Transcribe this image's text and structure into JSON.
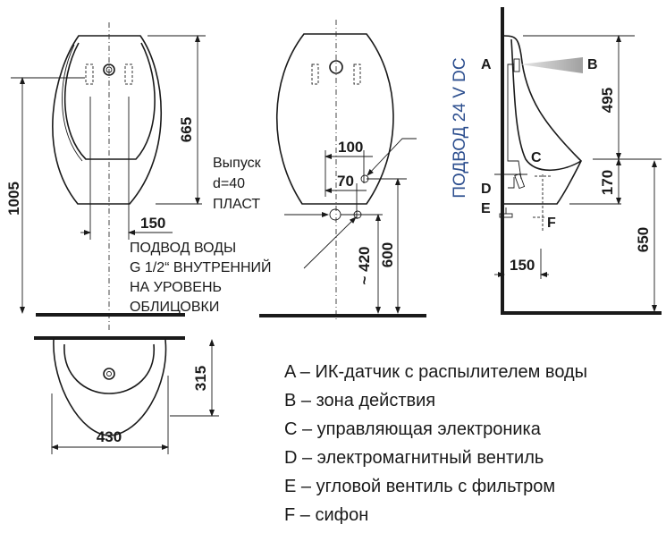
{
  "front_view": {
    "dim_height_total": "1005",
    "dim_body_height": "665",
    "dim_inlet_spacing": "150"
  },
  "water_supply_note": [
    "ПОДВОД ВОДЫ",
    "G 1/2“ ВНУТРЕННИЙ",
    "НА УРОВЕНЬ",
    "ОБЛИЦОВКИ"
  ],
  "outlet_note": [
    "Выпуск",
    "d=40",
    "ПЛАСТ"
  ],
  "rear_view": {
    "dim_100": "100",
    "dim_70": "70",
    "dim_420": "~ 420",
    "dim_600": "600"
  },
  "side_view": {
    "power_note": "ПОДВОД 24 V DC",
    "labels": {
      "a": "A",
      "b": "B",
      "c": "C",
      "d": "D",
      "e": "E",
      "f": "F"
    },
    "dim_495": "495",
    "dim_170": "170",
    "dim_650": "650",
    "dim_150": "150"
  },
  "plan_view": {
    "dim_depth": "315",
    "dim_width": "430"
  },
  "legend": [
    "A – ИК-датчик с распылителем воды",
    "B – зона действия",
    "C – управляющая электроника",
    "D – электромагнитный вентиль",
    "E – угловой вентиль с фильтром",
    "F – сифон"
  ],
  "colors": {
    "power_note": "#2d4f8f",
    "sensor_zone": "#a8a8a8"
  }
}
